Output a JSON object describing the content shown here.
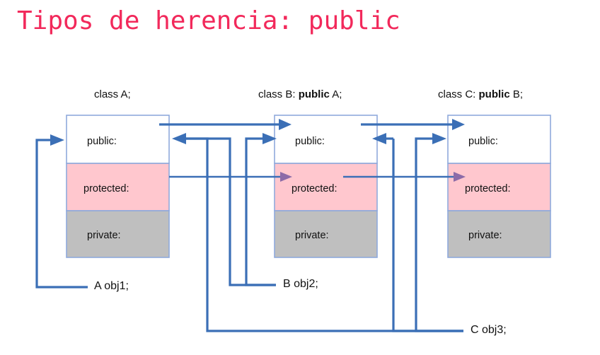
{
  "slide": {
    "title": "Tipos de herencia: public",
    "title_color": "#f2295b",
    "background": "#ffffff"
  },
  "diagram": {
    "type": "inheritance-access-diagram",
    "accent_line_color": "#3b6fb6",
    "protected_arrow_color": "#8c6ba8",
    "box_border_color": "#8faadc",
    "section_colors": {
      "public": "#ffffff",
      "protected": "#ffc7ce",
      "private": "#bfbfbf"
    },
    "classes": [
      {
        "id": "A",
        "header_plain_before": "class A;",
        "header_bold": "",
        "header_plain_after": "",
        "sections": [
          {
            "name": "public",
            "label": "public:"
          },
          {
            "name": "protected",
            "label": "protected:"
          },
          {
            "name": "private",
            "label": "private:"
          }
        ]
      },
      {
        "id": "B",
        "header_plain_before": "class B: ",
        "header_bold": "public",
        "header_plain_after": " A;",
        "sections": [
          {
            "name": "public",
            "label": "public:"
          },
          {
            "name": "protected",
            "label": "protected:"
          },
          {
            "name": "private",
            "label": "private:"
          }
        ]
      },
      {
        "id": "C",
        "header_plain_before": "class C: ",
        "header_bold": "public",
        "header_plain_after": " B;",
        "sections": [
          {
            "name": "public",
            "label": "public:"
          },
          {
            "name": "protected",
            "label": "protected:"
          },
          {
            "name": "private",
            "label": "private:"
          }
        ]
      }
    ],
    "objects": [
      {
        "id": "obj1",
        "label": "A obj1;"
      },
      {
        "id": "obj2",
        "label": "B obj2;"
      },
      {
        "id": "obj3",
        "label": "C obj3;"
      }
    ]
  }
}
